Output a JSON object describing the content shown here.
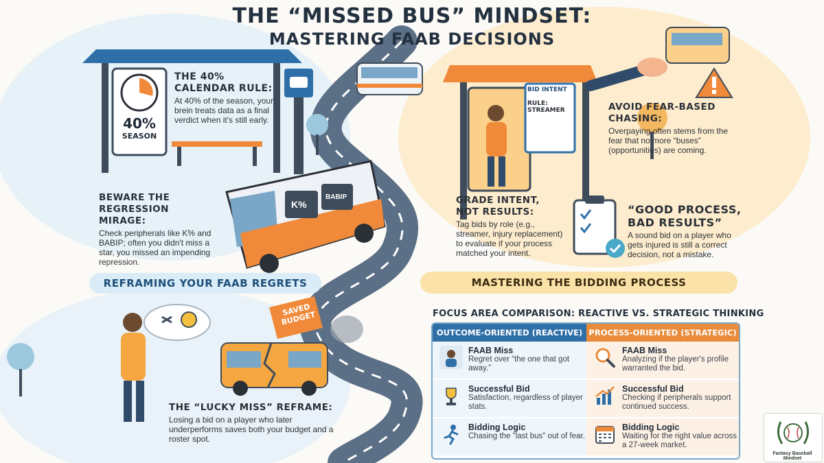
{
  "title": {
    "line1": "THE “MISSED BUS” MINDSET:",
    "line2": "MASTERING FAAB DECISIONS"
  },
  "calendar_rule": {
    "heading1": "THE 40%",
    "heading2": "CALENDAR RULE:",
    "body": "At 40% of the season, your brein treats data as a final verdict when it's still early.",
    "sign_value": "40%",
    "sign_label": "SEASON"
  },
  "regression": {
    "heading1": "BEWARE THE",
    "heading2": "REGRESSION MIRAGE:",
    "body": "Check peripherals like K% and BABIP; often you didn't miss a star, you missed an impending repression.",
    "bus_labels": [
      "K%",
      "BABIP"
    ]
  },
  "banners": {
    "left": "REFRAMING YOUR FAAB REGRETS",
    "right": "MASTERING THE BIDDING PROCESS"
  },
  "lucky_miss": {
    "heading": "THE “LUCKY MISS” REFRAME:",
    "body": "Losing a bid on a player who later underperforms saves both your budget and a roster spot.",
    "tag1": "SAVED",
    "tag2": "BUDGET"
  },
  "bid_intent": {
    "title": "BID INTENT",
    "rule1": "RULE:",
    "rule2": "STREAMER"
  },
  "fear_chasing": {
    "heading1": "AVOID FEAR-BASED",
    "heading2": "CHASING:",
    "body": "Overpaying often stems from the fear that no more “buses” (opportunities) are coming."
  },
  "grade_intent": {
    "heading1": "GRADE INTENT,",
    "heading2": "NOT RESULTS:",
    "body": "Tag bids by role (e.g., streamer, injury replacement) to evaluate if your process matched your intent."
  },
  "good_process": {
    "heading1": "“GOOD PROCESS,",
    "heading2": "BAD RESULTS”",
    "body": "A sound bid on a player who gets injured is still a correct decision, not a mistake."
  },
  "comparison": {
    "title": "FOCUS AREA COMPARISON: REACTIVE VS. STRATEGIC THINKING",
    "left_header": "OUTCOME-ORIENTED (REACTIVE)",
    "right_header": "PROCESS-ORIENTED (STRATEGIC)",
    "left_rows": [
      {
        "name": "FAAB Miss",
        "desc": "Regret over “the one that got away.”",
        "icon": "regret-person-icon"
      },
      {
        "name": "Successful Bid",
        "desc": "Satisfaction, regardless of player stats.",
        "icon": "trophy-icon"
      },
      {
        "name": "Bidding Logic",
        "desc": "Chasing the \"last bus\" out of fear.",
        "icon": "running-person-icon"
      }
    ],
    "right_rows": [
      {
        "name": "FAAB Miss",
        "desc": "Analyzing if the player's profile warranted the bid.",
        "icon": "magnifier-icon"
      },
      {
        "name": "Successful Bid",
        "desc": "Checking if peripherals support continued success.",
        "icon": "bar-chart-icon"
      },
      {
        "name": "Bidding Logic",
        "desc": "Waiting for the right value across a 27-week market.",
        "icon": "calendar-icon"
      }
    ]
  },
  "logo": {
    "text": "Fantasy Baseball Mindset"
  },
  "colors": {
    "blue": "#2f6fa8",
    "orange": "#e98b3a",
    "road": "#5b6f86"
  }
}
